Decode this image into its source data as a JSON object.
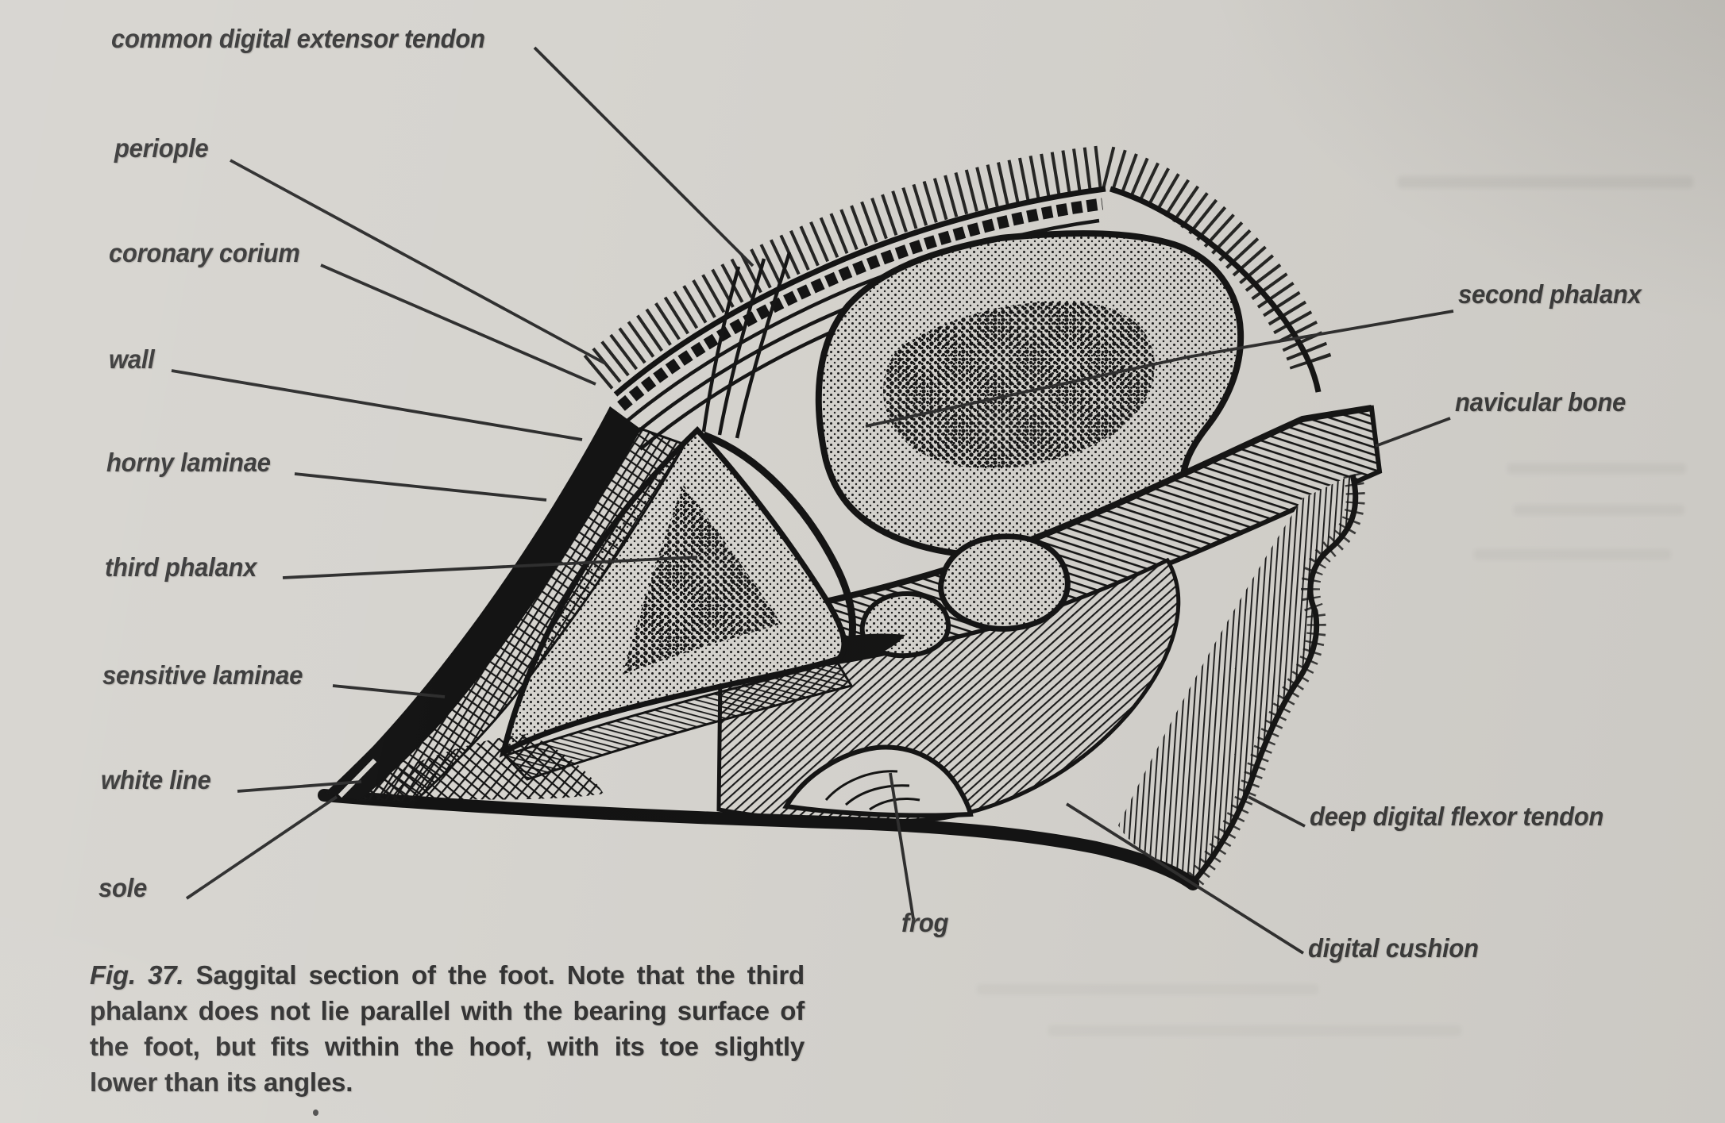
{
  "page": {
    "background_color": "#d6d4cf",
    "ink_color": "#161616",
    "label_color": "#3b3b3b"
  },
  "labels": {
    "common_digital_extensor_tendon": "common digital extensor tendon",
    "periople": "periople",
    "coronary_corium": "coronary corium",
    "wall": "wall",
    "horny_laminae": "horny laminae",
    "third_phalanx": "third phalanx",
    "sensitive_laminae": "sensitive laminae",
    "white_line": "white line",
    "sole": "sole",
    "second_phalanx": "second phalanx",
    "navicular_bone": "navicular bone",
    "deep_digital_flexor_tendon": "deep digital flexor tendon",
    "digital_cushion": "digital cushion",
    "frog": "frog"
  },
  "caption": {
    "fig_label": "Fig. 37.",
    "line1": "Saggital section of the foot. Note that the third",
    "line2": "phalanx does not lie parallel with the bearing surface of",
    "line3": "the foot, but fits within the hoof, with its toe slightly",
    "line4": "lower than its angles."
  }
}
